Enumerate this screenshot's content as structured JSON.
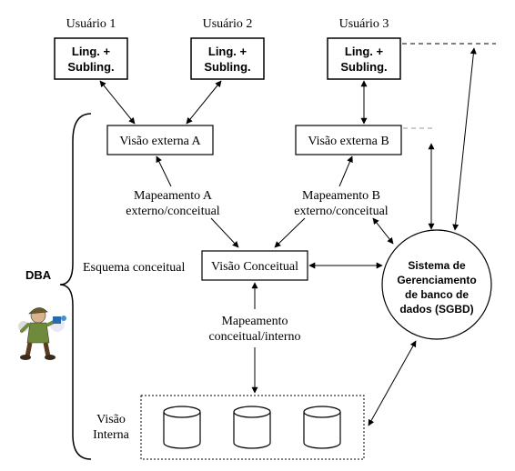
{
  "users": [
    "Usuário 1",
    "Usuário 2",
    "Usuário 3"
  ],
  "lang_box": [
    "Ling. +",
    "Subling."
  ],
  "external_views": [
    "Visão externa A",
    "Visão externa B"
  ],
  "mappings": {
    "a": [
      "Mapeamento A",
      "externo/conceitual"
    ],
    "b": [
      "Mapeamento B",
      "externo/conceitual"
    ],
    "ci": [
      "Mapeamento",
      "conceitual/interno"
    ]
  },
  "conceptual_view": "Visão Conceitual",
  "schema_label": "Esquema conceitual",
  "dba_label": "DBA",
  "internal_view": [
    "Visão",
    "Interna"
  ],
  "sgbd": [
    "Sistema de",
    "Gerenciamento",
    "de banco de",
    "dados (SGBD)"
  ]
}
